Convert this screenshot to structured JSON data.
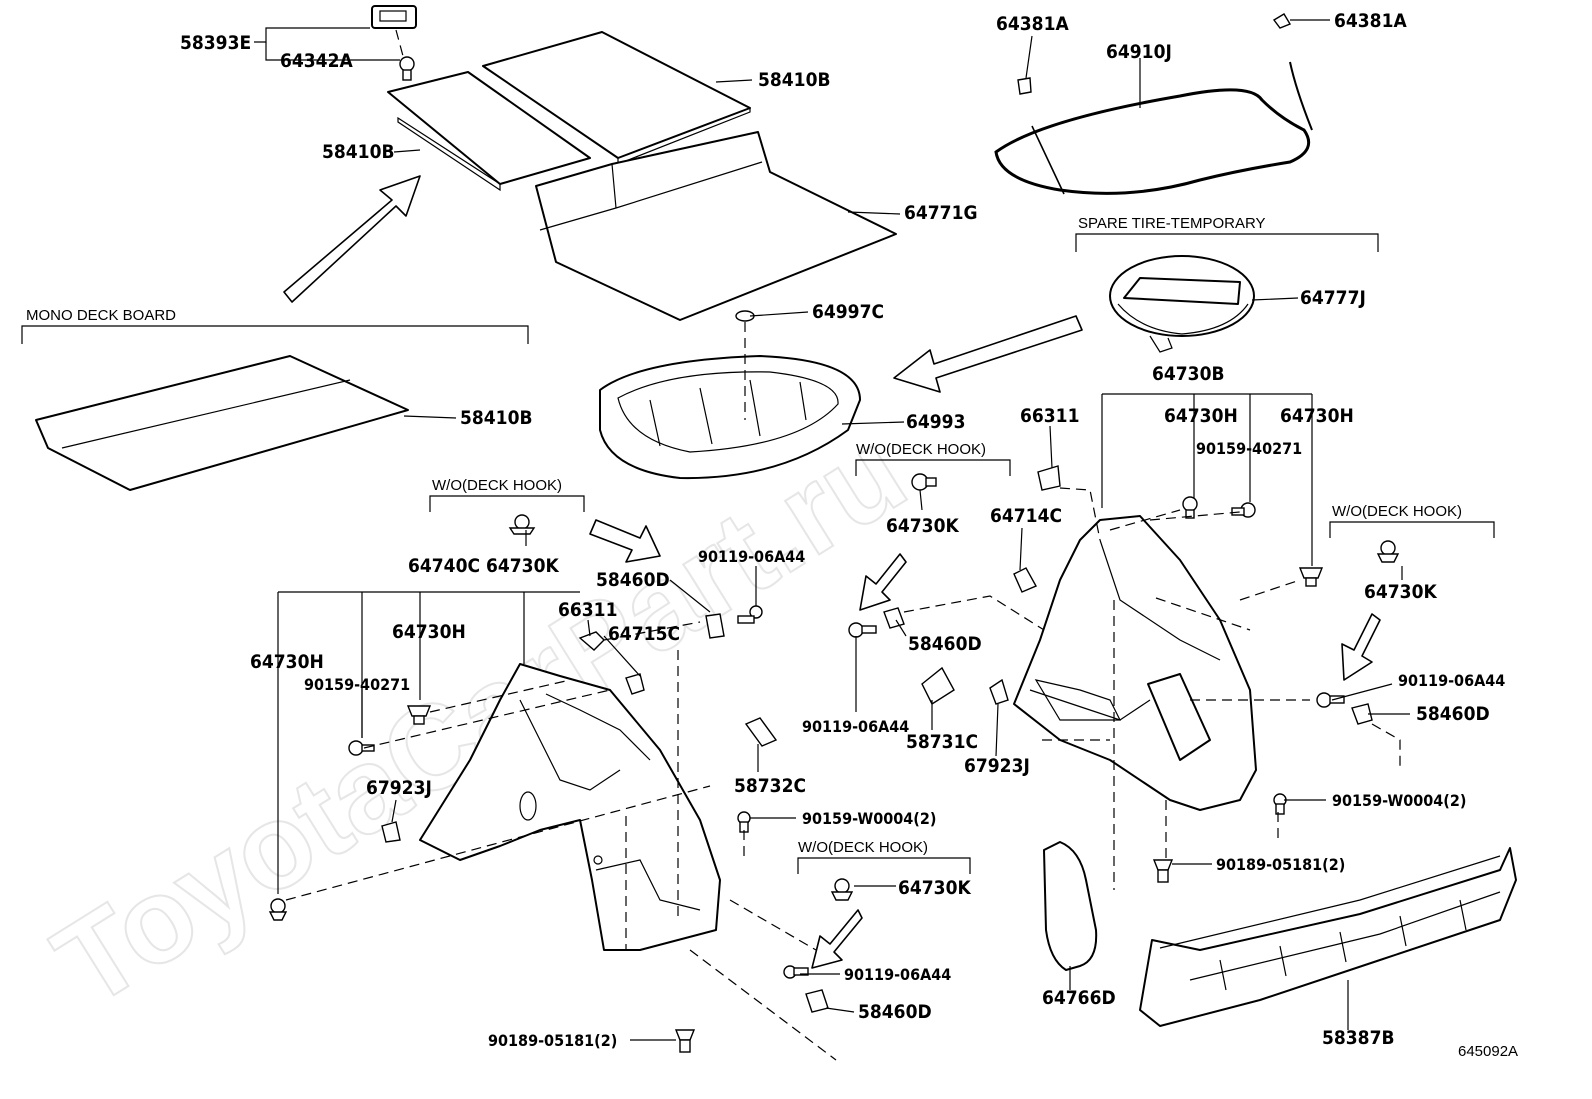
{
  "watermark": "ToyotaCarPart.ru",
  "diagram_code": "645092A",
  "captions": {
    "mono_deck_board": "MONO DECK BOARD",
    "spare_tire_temporary": "SPARE TIRE-TEMPORARY",
    "wo_deck_hook": "W/O(DECK HOOK)"
  },
  "parts": {
    "p58393E": "58393E",
    "p64342A": "64342A",
    "p58410B": "58410B",
    "p64771G": "64771G",
    "p64997C": "64997C",
    "p64993": "64993",
    "p64381A": "64381A",
    "p64910J": "64910J",
    "p64777J": "64777J",
    "p64730B": "64730B",
    "p66311": "66311",
    "p64730H": "64730H",
    "p90159_40271": "90159-40271",
    "p64730K": "64730K",
    "p64714C": "64714C",
    "p58460D": "58460D",
    "p90119_06A44": "90119-06A44",
    "p58731C": "58731C",
    "p67923J": "67923J",
    "p90159_W0004_2": "90159-W0004(2)",
    "p90189_05181_2": "90189-05181(2)",
    "p64766D": "64766D",
    "p58387B": "58387B",
    "p64740C": "64740C",
    "p64715C": "64715C",
    "p58732C": "58732C"
  }
}
